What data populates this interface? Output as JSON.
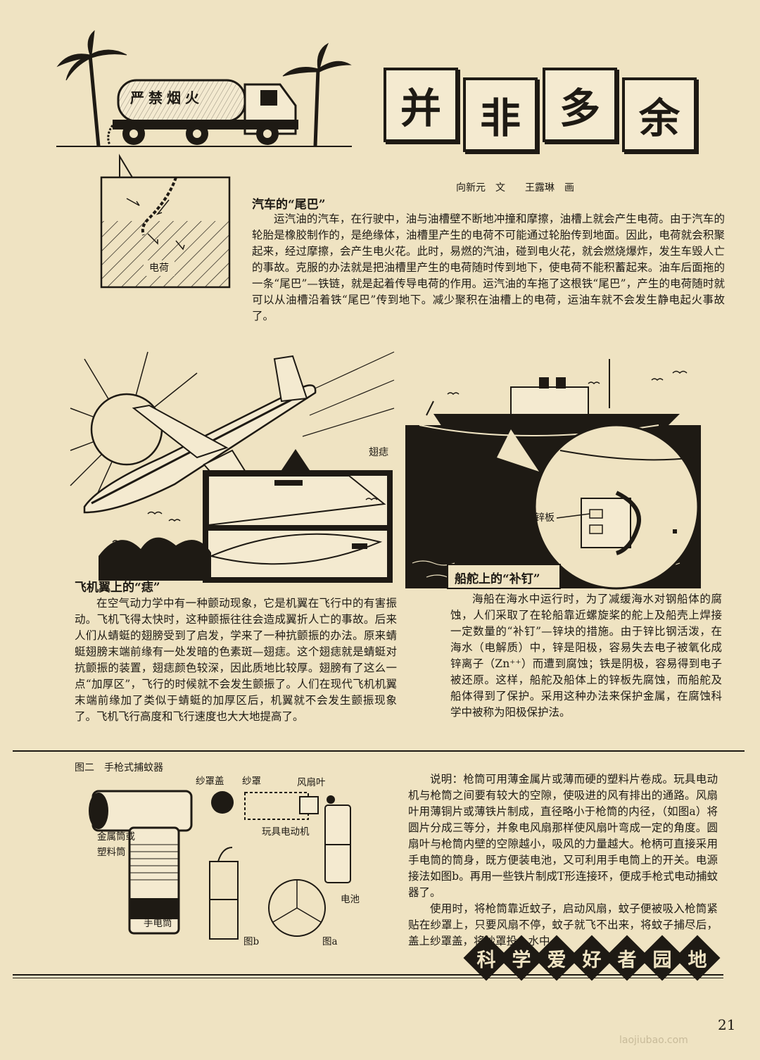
{
  "header": {
    "title_chars": [
      "并",
      "非",
      "多",
      "余"
    ],
    "truck_sign": "严禁烟火",
    "byline": "向新元　文　　王露琳　画"
  },
  "section1": {
    "title": "汽车的“尾巴”",
    "figure_label": "电荷",
    "paragraphs": [
      "运汽油的汽车，在行驶中，油与油槽壁不断地冲撞和摩擦，油槽上就会产生电荷。由于汽车的轮胎是橡胶制作的，是绝缘体，油槽里产生的电荷不可能通过轮胎传到地面。因此，电荷就会积聚起来，经过摩擦，会产生电火花。此时，易燃的汽油，碰到电火花，就会燃烧爆炸，发生车毁人亡的事故。克服的办法就是把油槽里产生的电荷随时传到地下，使电荷不能积蓄起来。油车后面拖的一条“尾巴”—铁链，就是起着传导电荷的作用。运汽油的车拖了这根铁“尾巴”，产生的电荷随时就可以从油槽沿着铁“尾巴”传到地下。减少聚积在油槽上的电荷，运油车就不会发生静电起火事故了。"
    ]
  },
  "section2": {
    "title": "飞机翼上的“痣”",
    "figure_label": "翅痣",
    "paragraphs": [
      "在空气动力学中有一种颤动现象，它是机翼在飞行中的有害振动。飞机飞得太快时，这种颤振往往会造成翼折人亡的事故。后来人们从蜻蜓的翅膀受到了启发，学来了一种抗颤振的办法。原来蜻蜓翅膀末端前缘有一处发暗的色素斑—翅痣。这个翅痣就是蜻蜓对抗颤振的装置，翅痣颜色较深，因此质地比较厚。翅膀有了这么一点“加厚区”，飞行的时候就不会发生颤振了。人们在现代飞机机翼末端前缘加了类似于蜻蜓的加厚区后，机翼就不会发生颤振现象了。飞机飞行高度和飞行速度也大大地提高了。"
    ]
  },
  "section3": {
    "title": "船舵上的“补钉”",
    "figure_label": "锌板",
    "paragraphs": [
      "海船在海水中运行时，为了减缓海水对钢船体的腐蚀，人们采取了在轮船靠近螺旋桨的舵上及船壳上焊接一定数量的“补钉”—锌块的措施。由于锌比钢活泼，在海水（电解质）中，锌是阳极，容易失去电子被氧化成锌离子（Zn⁺⁺）而遭到腐蚀；铁是阴极，容易得到电子被还原。这样，船舵及船体上的锌板先腐蚀，而船舵及船体得到了保护。采用这种办法来保护金属，在腐蚀科学中被称为阳极保护法。"
    ]
  },
  "section4": {
    "figure_title": "图二　手枪式捕蚊器",
    "labels": {
      "net_cover": "纱罩盖",
      "net": "纱罩",
      "fan_blade": "风扇叶",
      "tube": "金属筒或\n塑料筒",
      "motor": "玩具电动机",
      "flashlight": "手电筒",
      "battery": "电池",
      "fig_b": "图b",
      "fig_a": "图a"
    },
    "paragraphs": [
      "说明：枪筒可用薄金属片或薄而硬的塑料片卷成。玩具电动机与枪筒之间要有较大的空隙，使吸进的风有排出的通路。风扇叶用薄铜片或薄铁片制成，直径略小于枪筒的内径，（如图a）将圆片分成三等分，并象电风扇那样使风扇叶弯成一定的角度。圆扇叶与枪筒内壁的空隙越小，吸风的力量越大。枪柄可直接采用手电筒的筒身，既方便装电池，又可利用手电筒上的开关。电源接法如图b。再用一些铁片制成T形连接环，便成手枪式电动捕蚊器了。",
      "使用时，将枪筒靠近蚊子，启动风扇，蚊子便被吸入枪筒紧贴在纱罩上，只要风扇不停，蚊子就飞不出来，将蚊子捕尽后，盖上纱罩盖，将纱罩投入水中。"
    ]
  },
  "footer": {
    "banner_chars": [
      "科",
      "学",
      "爱",
      "好",
      "者",
      "园",
      "地"
    ],
    "page_number": "21",
    "watermark": "laojiubao.com"
  }
}
